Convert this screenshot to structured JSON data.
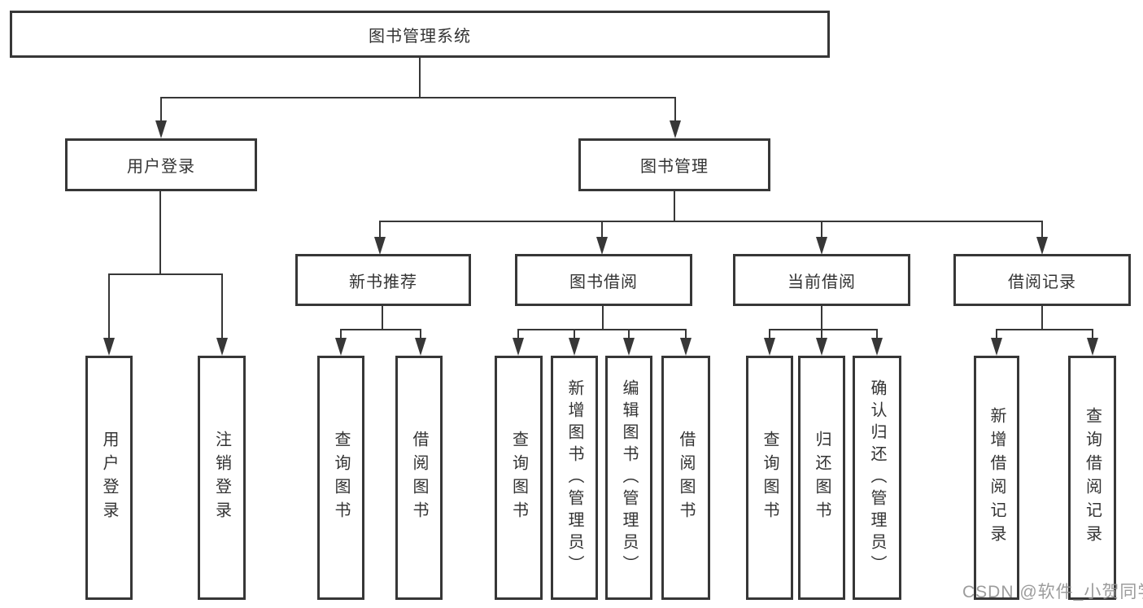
{
  "diagram": {
    "root": {
      "label": "图书管理系统"
    },
    "level2": [
      {
        "label": "用户登录"
      },
      {
        "label": "图书管理"
      }
    ],
    "level3": [
      {
        "label": "新书推荐",
        "parent": "图书管理"
      },
      {
        "label": "图书借阅",
        "parent": "图书管理"
      },
      {
        "label": "当前借阅",
        "parent": "图书管理"
      },
      {
        "label": "借阅记录",
        "parent": "图书管理"
      }
    ],
    "leaves": [
      {
        "label": "用户登录",
        "parent": "用户登录"
      },
      {
        "label": "注销登录",
        "parent": "用户登录"
      },
      {
        "label": "查询图书",
        "parent": "新书推荐"
      },
      {
        "label": "借阅图书",
        "parent": "新书推荐"
      },
      {
        "label": "查询图书",
        "parent": "图书借阅"
      },
      {
        "label": "新增图书（管理员）",
        "parent": "图书借阅"
      },
      {
        "label": "编辑图书（管理员）",
        "parent": "图书借阅"
      },
      {
        "label": "借阅图书",
        "parent": "图书借阅"
      },
      {
        "label": "查询图书",
        "parent": "当前借阅"
      },
      {
        "label": "归还图书",
        "parent": "当前借阅"
      },
      {
        "label": "确认归还（管理员）",
        "parent": "当前借阅"
      },
      {
        "label": "新增借阅记录",
        "parent": "借阅记录"
      },
      {
        "label": "查询借阅记录",
        "parent": "借阅记录"
      }
    ]
  },
  "watermark": {
    "text": "CSDN @软件_小贺同学"
  },
  "colors": {
    "line": "#373737",
    "text": "#333333",
    "watermark": "#919191",
    "background": "#ffffff"
  }
}
